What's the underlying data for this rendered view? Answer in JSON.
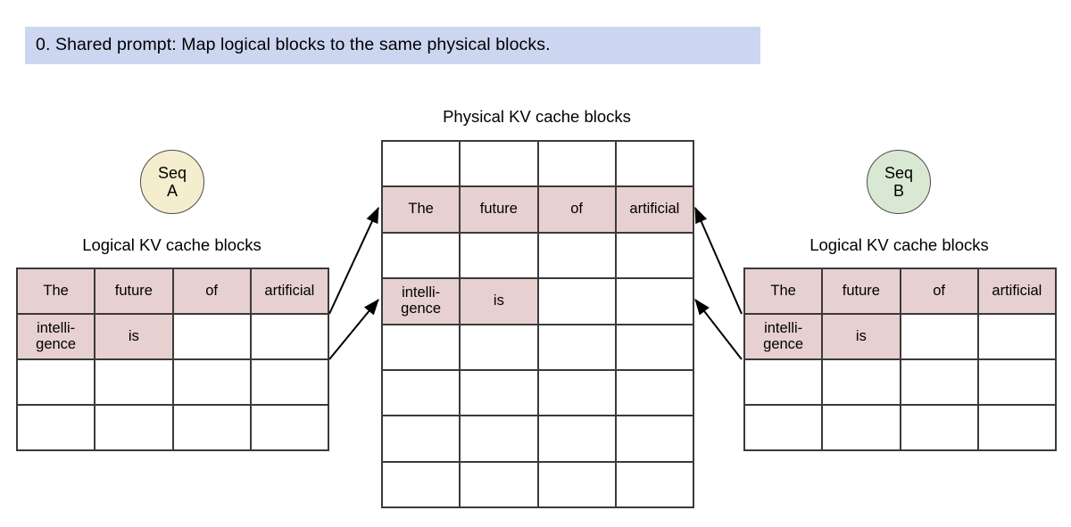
{
  "banner": {
    "text": "0. Shared prompt: Map logical blocks to the same physical blocks.",
    "background_color": "#ccd6f0"
  },
  "colors": {
    "filled_cell": "#e7d0d0",
    "empty_cell": "#ffffff",
    "grid_line": "#3a3a3a",
    "seq_a_fill": "#f5eece",
    "seq_b_fill": "#d9e8d2",
    "arrow": "#000000"
  },
  "physical": {
    "label": "Physical KV cache blocks",
    "rows": 8,
    "cols": 4,
    "cells": [
      [
        "",
        "",
        "",
        ""
      ],
      [
        "The",
        "future",
        "of",
        "artificial"
      ],
      [
        "",
        "",
        "",
        ""
      ],
      [
        "intelli-\ngence",
        "is",
        "",
        ""
      ],
      [
        "",
        "",
        "",
        ""
      ],
      [
        "",
        "",
        "",
        ""
      ],
      [
        "",
        "",
        "",
        ""
      ],
      [
        "",
        "",
        "",
        ""
      ]
    ]
  },
  "sequence_a": {
    "badge_line1": "Seq",
    "badge_line2": "A",
    "label": "Logical KV cache blocks",
    "rows": 4,
    "cols": 4,
    "cells": [
      [
        "The",
        "future",
        "of",
        "artificial"
      ],
      [
        "intelli-\ngence",
        "is",
        "",
        ""
      ],
      [
        "",
        "",
        "",
        ""
      ],
      [
        "",
        "",
        "",
        ""
      ]
    ]
  },
  "sequence_b": {
    "badge_line1": "Seq",
    "badge_line2": "B",
    "label": "Logical KV cache blocks",
    "rows": 4,
    "cols": 4,
    "cells": [
      [
        "The",
        "future",
        "of",
        "artificial"
      ],
      [
        "intelli-\ngence",
        "is",
        "",
        ""
      ],
      [
        "",
        "",
        "",
        ""
      ],
      [
        "",
        "",
        "",
        ""
      ]
    ]
  },
  "mappings": [
    {
      "from": "seq-a-logical-row-1",
      "to": "physical-row-2"
    },
    {
      "from": "seq-a-logical-row-2",
      "to": "physical-row-4"
    },
    {
      "from": "seq-b-logical-row-1",
      "to": "physical-row-2"
    },
    {
      "from": "seq-b-logical-row-2",
      "to": "physical-row-4"
    }
  ]
}
